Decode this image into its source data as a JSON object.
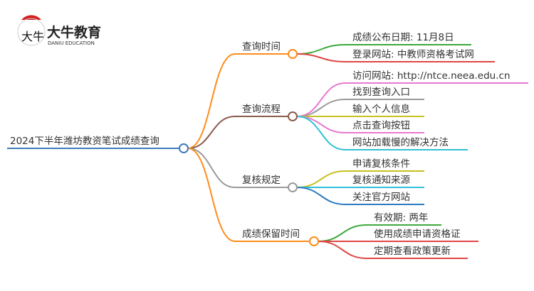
{
  "logo": {
    "name_cn": "大牛教育",
    "name_en": "DANIU EDUCATION",
    "mark": "大牛"
  },
  "root": {
    "label": "2024下半年潍坊教资笔试成绩查询",
    "color": "#3d7ab8"
  },
  "branches": [
    {
      "label": "查询时间",
      "color": "#ff8c1a",
      "children": [
        {
          "label": "成绩公布日期: 11月8日",
          "color": "#3caa3c"
        },
        {
          "label": "登录网站: 中教师资格考试网",
          "color": "#e04545"
        }
      ]
    },
    {
      "label": "查询流程",
      "color": "#8b5a4a",
      "children": [
        {
          "label": "访问网站: http://ntce.neea.edu.cn",
          "color": "#e87ad0"
        },
        {
          "label": "找到查询入口",
          "color": "#999999"
        },
        {
          "label": "输入个人信息",
          "color": "#c8c020"
        },
        {
          "label": "点击查询按钮",
          "color": "#e87ad0"
        },
        {
          "label": "网站加载慢的解决方法",
          "color": "#30c0d8"
        }
      ]
    },
    {
      "label": "复核规定",
      "color": "#999999",
      "children": [
        {
          "label": "申请复核条件",
          "color": "#c8c020"
        },
        {
          "label": "复核通知来源",
          "color": "#30c0d8"
        },
        {
          "label": "关注官方网站",
          "color": "#2a7ac0"
        }
      ]
    },
    {
      "label": "成绩保留时间",
      "color": "#ff8c1a",
      "children": [
        {
          "label": "有效期: 两年",
          "color": "#3caa3c"
        },
        {
          "label": "使用成绩申请资格证",
          "color": "#e04545"
        },
        {
          "label": "定期查看政策更新",
          "color": "#e04545"
        }
      ]
    }
  ]
}
